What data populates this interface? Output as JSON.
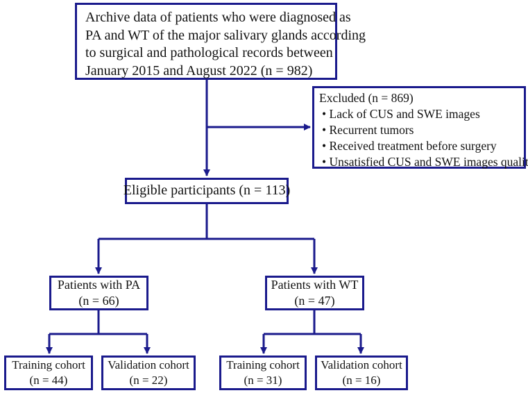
{
  "archive": {
    "lines": [
      "Archive data of patients who were diagnosed as",
      "PA and WT of the major salivary glands according",
      "to surgical and pathological records between",
      "January 2015 and August 2022 (n = 982)"
    ]
  },
  "excluded": {
    "title": "Excluded (n = 869)",
    "items": [
      "• Lack of CUS and SWE images",
      "• Recurrent tumors",
      "• Received treatment before surgery",
      "• Unsatisfied CUS and SWE images quality"
    ]
  },
  "eligible": {
    "label": "Eligible participants (n = 113)"
  },
  "groups": {
    "pa": {
      "label": "Patients with PA",
      "count": "(n = 66)"
    },
    "wt": {
      "label": "Patients with WT",
      "count": "(n = 47)"
    }
  },
  "cohorts": {
    "pa_training": {
      "label": "Training cohort",
      "count": "(n = 44)"
    },
    "pa_validation": {
      "label": "Validation cohort",
      "count": "(n = 22)"
    },
    "wt_training": {
      "label": "Training cohort",
      "count": "(n = 31)"
    },
    "wt_validation": {
      "label": "Validation cohort",
      "count": "(n = 16)"
    }
  },
  "colors": {
    "stroke": "#1a1a8c",
    "text": "#111111",
    "background": "#ffffff"
  }
}
